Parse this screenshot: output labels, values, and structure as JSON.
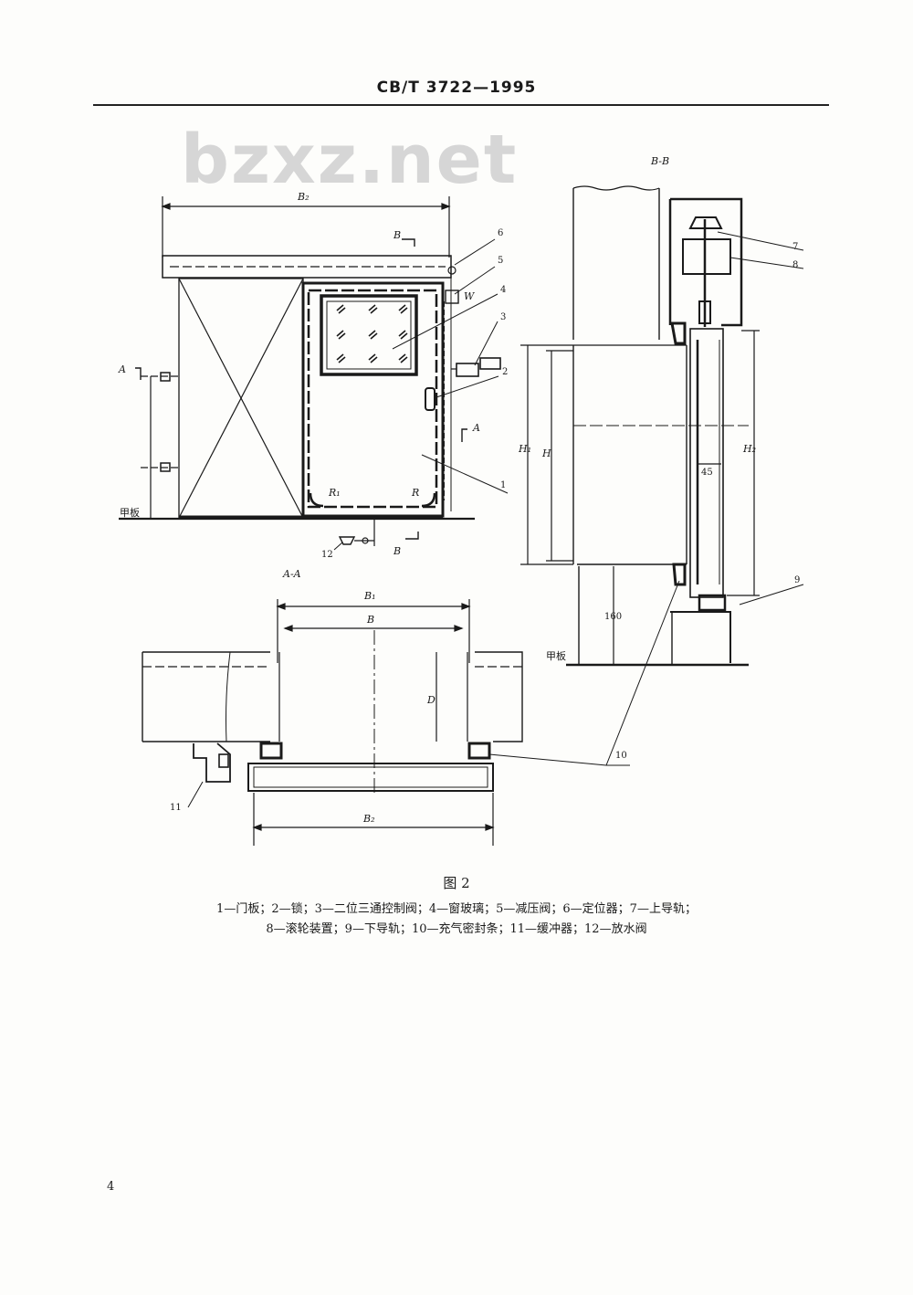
{
  "header": {
    "standard_code": "CB/T 3722—1995"
  },
  "watermark": {
    "text": "bzxz.net"
  },
  "figure": {
    "title": "图 2",
    "legend_line1": "1—门板；2—锁；3—二位三通控制阀；4—窗玻璃；5—减压阀；6—定位器；7—上导轨；",
    "legend_line2": "8—滚轮装置；9—下导轨；10—充气密封条；11—缓冲器；12—放水阀"
  },
  "labels": {
    "section_bb_title": "B-B",
    "section_aa_title": "A-A",
    "deck": "甲板",
    "dim_b": "B",
    "dim_b1": "B₁",
    "dim_b2": "B₂",
    "dim_h": "H",
    "dim_h1": "H₁",
    "dim_h2": "H₂",
    "dim_d": "D",
    "dim_r": "R",
    "dim_r1": "R₁",
    "dim_45": "45",
    "dim_160": "160",
    "section_a": "A",
    "section_b": "B",
    "valve_w": "W"
  },
  "callouts": [
    "1",
    "2",
    "3",
    "4",
    "5",
    "6",
    "7",
    "8",
    "9",
    "10",
    "11",
    "12"
  ],
  "page_number": "4"
}
